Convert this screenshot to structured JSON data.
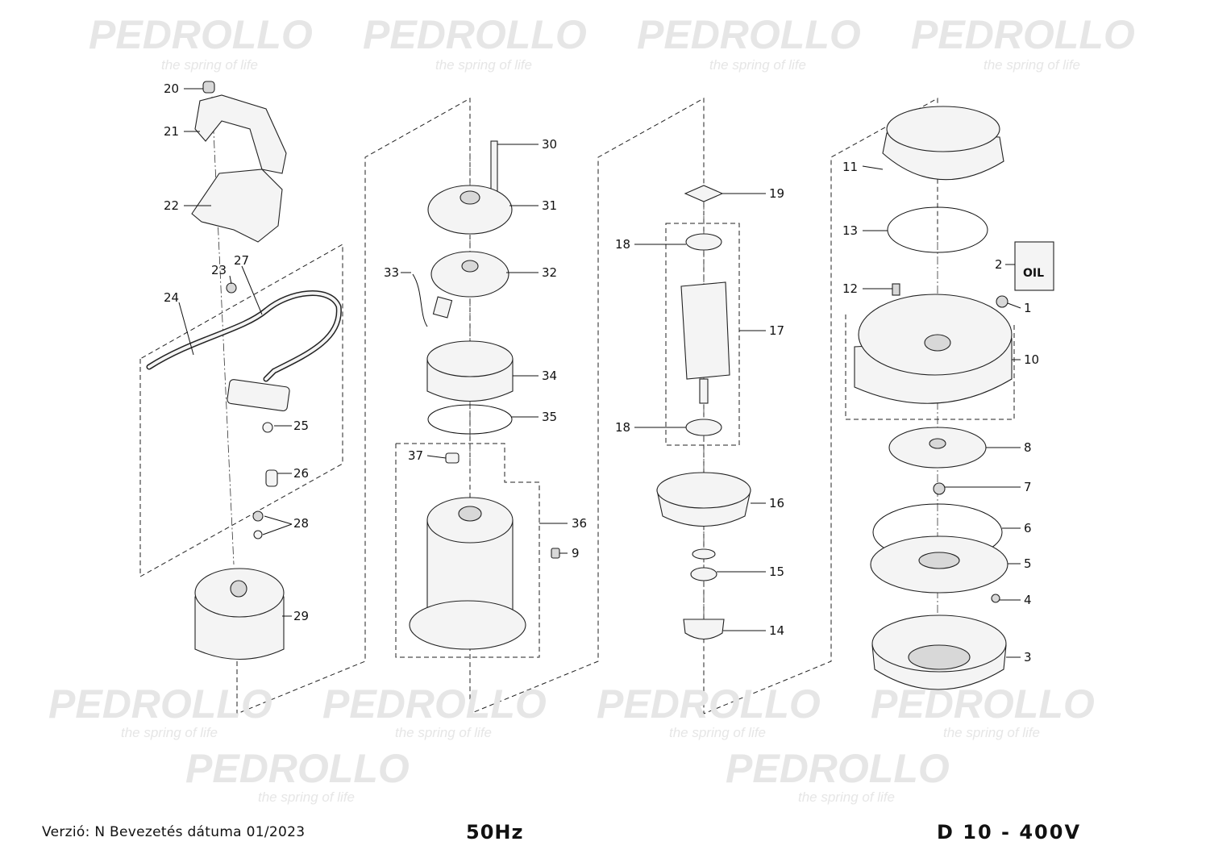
{
  "watermark": {
    "brand": "PEDROLLO",
    "tagline": "the spring of life"
  },
  "part_labels": {
    "p1": "1",
    "p2": "2",
    "p3": "3",
    "p4": "4",
    "p5": "5",
    "p6": "6",
    "p7": "7",
    "p8": "8",
    "p9": "9",
    "p10": "10",
    "p11": "11",
    "p12": "12",
    "p13": "13",
    "p14": "14",
    "p15": "15",
    "p16": "16",
    "p17": "17",
    "p18a": "18",
    "p18b": "18",
    "p19": "19",
    "p20": "20",
    "p21": "21",
    "p22": "22",
    "p23": "23",
    "p24": "24",
    "p25": "25",
    "p26": "26",
    "p27": "27",
    "p28": "28",
    "p29": "29",
    "p30": "30",
    "p31": "31",
    "p32": "32",
    "p33": "33",
    "p34": "34",
    "p35": "35",
    "p36": "36",
    "p37": "37"
  },
  "oil_label": "OIL",
  "footer": {
    "version": "Verzió: N Bevezetés dátuma 01/2023",
    "frequency": "50Hz",
    "model": "D 10 - 400V"
  }
}
